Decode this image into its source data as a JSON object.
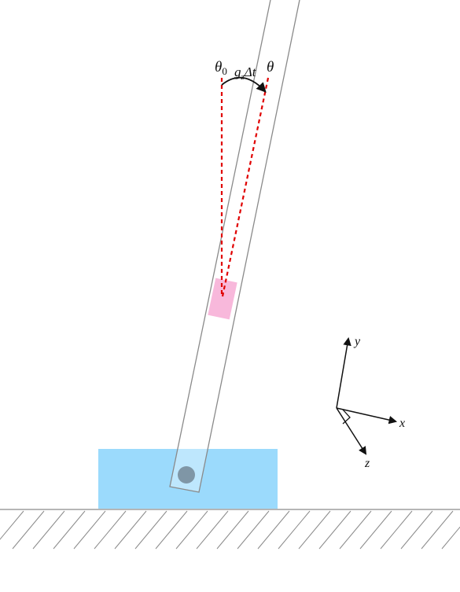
{
  "colors": {
    "base_block": "#9bdafc",
    "sensor": "#f8b4d9",
    "pivot": "#7f96a6",
    "dashed": "#e00000",
    "stroke": "#8a8a8a",
    "ink": "#111111"
  },
  "labels": {
    "theta0_main": "θ",
    "theta0_sub": "0",
    "rotation_g": "g",
    "rotation_g_sub": "z",
    "rotation_rest": "Δt",
    "theta": "θ"
  },
  "axes": {
    "x": "x",
    "y": "y",
    "z": "z"
  },
  "icons": {
    "rotation_arrow": "curved-arrow-icon",
    "ground": "hatched-ground-icon"
  }
}
